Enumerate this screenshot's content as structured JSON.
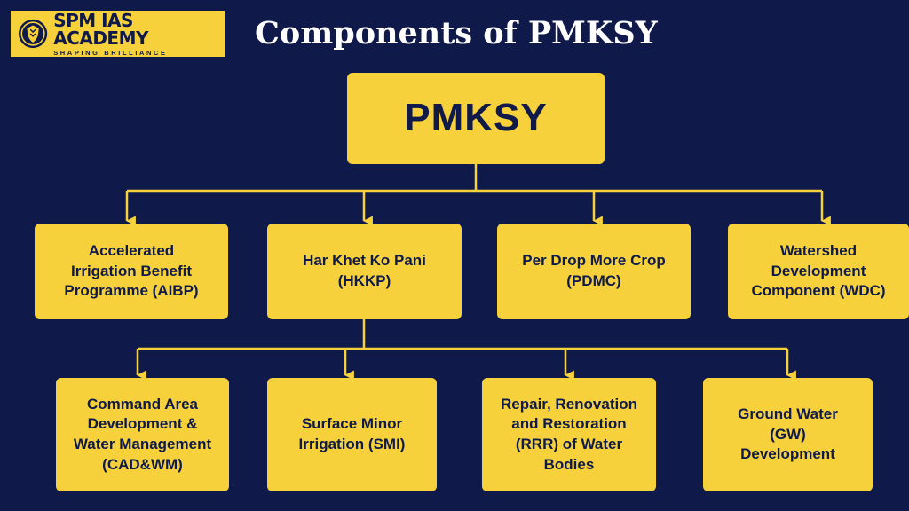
{
  "brand": {
    "name": "SPM IAS ACADEMY",
    "tagline": "SHAPING BRILLIANCE"
  },
  "title": "Components of PMKSY",
  "root": {
    "label": "PMKSY"
  },
  "components": [
    {
      "label": "Accelerated\nIrrigation Benefit\nProgramme (AIBP)"
    },
    {
      "label": "Har Khet Ko Pani\n(HKKP)"
    },
    {
      "label": "Per Drop More Crop\n(PDMC)"
    },
    {
      "label": "Watershed\nDevelopment\nComponent (WDC)"
    }
  ],
  "hkkp_subcomponents": [
    {
      "label": "Command Area\nDevelopment &\nWater Management\n(CAD&WM)"
    },
    {
      "label": "Surface Minor\nIrrigation (SMI)"
    },
    {
      "label": "Repair, Renovation\nand Restoration\n(RRR) of Water\nBodies"
    },
    {
      "label": "Ground Water\n(GW)\nDevelopment"
    }
  ],
  "colors": {
    "background": "#0f1a4a",
    "box": "#f6d13b",
    "text_on_box": "#0f1a4a",
    "connector": "#f6d13b"
  }
}
